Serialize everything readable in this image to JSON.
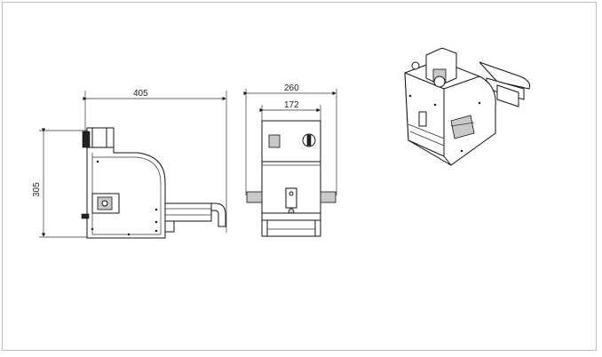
{
  "drawing": {
    "side_view": {
      "width_label": "405",
      "height_label": "305"
    },
    "front_view": {
      "outer_width_label": "260",
      "inner_width_label": "172"
    },
    "iso_view": {}
  },
  "colors": {
    "line": "#111111",
    "frame": "#bdbdbd",
    "background": "#ffffff"
  }
}
